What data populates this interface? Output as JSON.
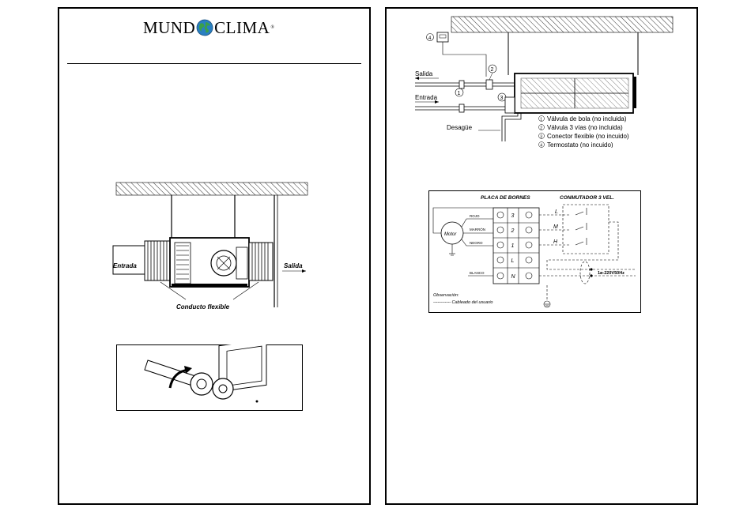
{
  "brand": {
    "left_word": "MUND",
    "right_word": "CLIMA",
    "registered": "®"
  },
  "install_diagram": {
    "inlet_label": "Entrada",
    "outlet_label": "Salida",
    "duct_label": "Conducto flexible"
  },
  "piping_diagram": {
    "outlet_label": "Salida",
    "inlet_label": "Entrada",
    "drain_label": "Desagüe",
    "markers": [
      "1",
      "2",
      "3",
      "4"
    ],
    "legend": [
      {
        "num": "1",
        "text": "Válvula de bola (no incluida)"
      },
      {
        "num": "2",
        "text": "Válvula 3 vías (no incluida)"
      },
      {
        "num": "3",
        "text": "Conector flexible (no incuido)"
      },
      {
        "num": "4",
        "text": "Termostato (no incuido)"
      }
    ]
  },
  "wiring_diagram": {
    "terminal_title": "PLACA DE BORNES",
    "switch_title": "CONMUTADOR 3 VEL.",
    "motor_label": "Motor",
    "wire_labels": [
      "ROJO",
      "MARRÓN",
      "NEGRO",
      "BLANCO"
    ],
    "terminal_numbers": [
      "3",
      "2",
      "1",
      "L",
      "N"
    ],
    "speed_labels": [
      "L",
      "M",
      "H"
    ],
    "power_label": "1ø-220V50Hz",
    "note_title": "Observación:",
    "note_text": "------------ Cableado del usuario"
  }
}
